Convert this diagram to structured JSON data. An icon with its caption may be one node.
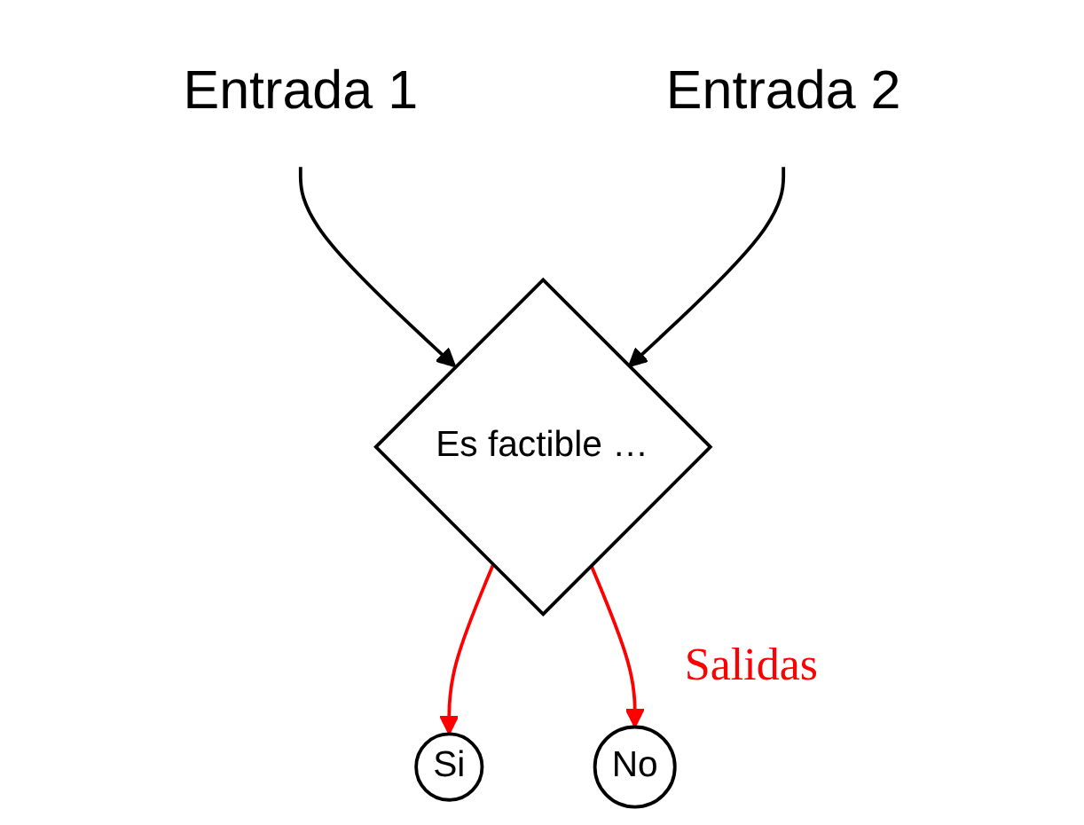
{
  "diagram": {
    "nodes": [
      {
        "text": [
          "Entrada 1"
        ]
      },
      {
        "text": [
          "Entrada 2"
        ]
      },
      {
        "text": [
          "Es factible …"
        ]
      },
      {
        "text": [
          "Si"
        ]
      },
      {
        "text": [
          "No"
        ]
      }
    ],
    "edges": [
      {
        "from": 0,
        "to": 2,
        "arrow": "to"
      },
      {
        "from": 1,
        "to": 2,
        "arrow": "to"
      },
      {
        "from": 2,
        "to": 3,
        "arrow": "to",
        "color": "#ff0000"
      },
      {
        "from": 2,
        "to": 4,
        "arrow": "to",
        "color": "#ff0000"
      }
    ],
    "labels": [
      "Salidas"
    ]
  }
}
